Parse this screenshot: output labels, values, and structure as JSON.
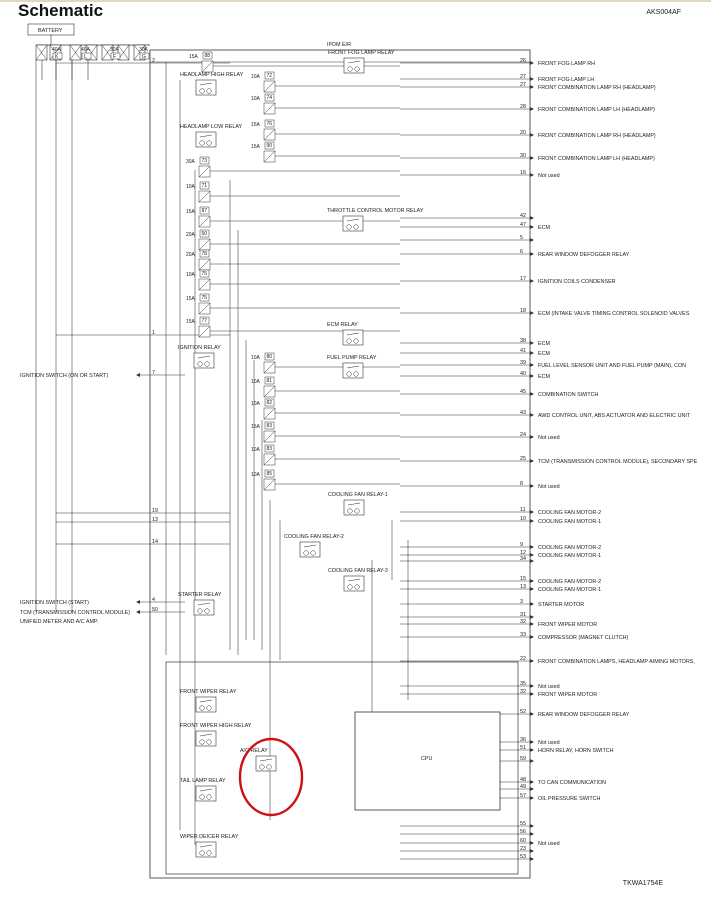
{
  "page": {
    "title": "Schematic",
    "code": "AKS004AF",
    "footer": "TKWA1754E"
  },
  "battery": {
    "label": "BATTERY",
    "fuses": [
      {
        "amp": "40A",
        "id": "K"
      },
      {
        "amp": "40A",
        "id": "L"
      },
      {
        "amp": "30A",
        "id": "F"
      },
      {
        "amp": "30A",
        "id": "G"
      }
    ]
  },
  "ipdm": {
    "label": "IPDM E/R",
    "internal_fuses": [
      {
        "amp": "15A",
        "id": "88"
      },
      {
        "amp": "10A",
        "id": "72"
      },
      {
        "amp": "10A",
        "id": "74"
      },
      {
        "amp": "15A",
        "id": "76"
      },
      {
        "amp": "15A",
        "id": "90"
      },
      {
        "amp": "30A",
        "id": "73"
      },
      {
        "amp": "10A",
        "id": "71"
      },
      {
        "amp": "15A",
        "id": "87"
      },
      {
        "amp": "20A",
        "id": "50"
      },
      {
        "amp": "20A",
        "id": "78"
      },
      {
        "amp": "10A",
        "id": "75"
      },
      {
        "amp": "15A",
        "id": "75"
      },
      {
        "amp": "15A",
        "id": "77"
      },
      {
        "amp": "10A",
        "id": "80"
      },
      {
        "amp": "10A",
        "id": "81"
      },
      {
        "amp": "10A",
        "id": "82"
      },
      {
        "amp": "15A",
        "id": "83"
      },
      {
        "amp": "10A",
        "id": "83"
      },
      {
        "amp": "10A",
        "id": "85"
      }
    ],
    "relays": [
      "FRONT FOG LAMP RELAY",
      "HEADLAMP HIGH RELAY",
      "HEADLAMP LOW RELAY",
      "THROTTLE CONTROL MOTOR RELAY",
      "ECM RELAY",
      "IGNITION RELAY",
      "FUEL PUMP RELAY",
      "COOLING FAN RELAY-1",
      "COOLING FAN RELAY-2",
      "COOLING FAN RELAY-3",
      "STARTER RELAY",
      "FRONT WIPER RELAY",
      "FRONT WIPER HIGH RELAY",
      "A/C RELAY",
      "TAIL LAMP RELAY",
      "WIPER DEICER RELAY"
    ],
    "cpu_label": "CPU"
  },
  "left_terminals": [
    {
      "text": "IGNITION SWITCH (ON OR START)",
      "pin": "7"
    },
    {
      "text": "IGNITION SWITCH (START)",
      "pin": "4"
    },
    {
      "text": "TCM (TRANSMISSION CONTROL MODULE)",
      "pin": "50"
    },
    {
      "text": "UNIFIED METER AND A/C AMP.",
      "pin": ""
    }
  ],
  "left_pins": [
    "2",
    "1",
    "19",
    "13",
    "14"
  ],
  "outputs": [
    {
      "pin": "26",
      "text": "FRONT FOG LAMP RH"
    },
    {
      "pin": "27",
      "text": "FRONT FOG LAMP LH"
    },
    {
      "pin": "27",
      "text": "FRONT COMBINATION LAMP RH (HEADLAMP)"
    },
    {
      "pin": "28",
      "text": "FRONT COMBINATION LAMP LH (HEADLAMP)"
    },
    {
      "pin": "20",
      "text": "FRONT COMBINATION LAMP RH (HEADLAMP)"
    },
    {
      "pin": "30",
      "text": "FRONT COMBINATION LAMP LH (HEADLAMP)"
    },
    {
      "pin": "16",
      "text": "Not used"
    },
    {
      "pin": "42",
      "text": ""
    },
    {
      "pin": "47",
      "text": "ECM"
    },
    {
      "pin": "5",
      "text": ""
    },
    {
      "pin": "6",
      "text": "REAR WINDOW DEFOGGER RELAY"
    },
    {
      "pin": "17",
      "text": "IGNITION COILS CONDENSER"
    },
    {
      "pin": "18",
      "text": "ECM (INTAKE VALVE TIMING CONTROL SOLENOID VALVES, MASS AIR FLOW SENSOR, CAMSHAFT POSITION SENSOR (PHASE), EVAP CANISTER PURGE VOLUME CONTROL SOLENOID VALVE, EVAP CANISTER VENT CONTROL VALVE, VIAS CONTROL SOLENOID VALVE)"
    },
    {
      "pin": "38",
      "text": "ECM"
    },
    {
      "pin": "41",
      "text": "ECM"
    },
    {
      "pin": "39",
      "text": "FUEL LEVEL SENSOR UNIT AND FUEL PUMP (MAIN), CONDENSER"
    },
    {
      "pin": "40",
      "text": "ECM"
    },
    {
      "pin": "45",
      "text": "COMBINATION SWITCH"
    },
    {
      "pin": "43",
      "text": "AWD CONTROL UNIT, ABS ACTUATOR AND ELECTRIC UNIT (CONTROL UNIT)"
    },
    {
      "pin": "24",
      "text": "Not used"
    },
    {
      "pin": "25",
      "text": "TCM (TRANSMISSION CONTROL MODULE), SECONDARY SPEED SENSOR"
    },
    {
      "pin": "8",
      "text": "Not used"
    },
    {
      "pin": "11",
      "text": "COOLING FAN MOTOR-2"
    },
    {
      "pin": "10",
      "text": "COOLING FAN MOTOR-1"
    },
    {
      "pin": "9",
      "text": "COOLING FAN MOTOR-2"
    },
    {
      "pin": "12",
      "text": "COOLING FAN MOTOR-1"
    },
    {
      "pin": "34",
      "text": ""
    },
    {
      "pin": "15",
      "text": "COOLING FAN MOTOR-2"
    },
    {
      "pin": "13",
      "text": "COOLING FAN MOTOR-1"
    },
    {
      "pin": "3",
      "text": "STARTER MOTOR"
    },
    {
      "pin": "31",
      "text": ""
    },
    {
      "pin": "32",
      "text": "FRONT WIPER MOTOR"
    },
    {
      "pin": "33",
      "text": "COMPRESSOR (MAGNET CLUTCH)"
    },
    {
      "pin": "22",
      "text": "FRONT COMBINATION LAMPS, HEADLAMP AIMING MOTORS, PARKING, LICENSE PLATE, SIDE MARKER, ILLUMINATION LAMPS, DISPLAY CONTROL UNIT, DISPLAY UNIT"
    },
    {
      "pin": "35",
      "text": "Not used"
    },
    {
      "pin": "32",
      "text": "FRONT WIPER MOTOR"
    },
    {
      "pin": "52",
      "text": "REAR WINDOW DEFOGGER RELAY"
    },
    {
      "pin": "36",
      "text": "Not used"
    },
    {
      "pin": "51",
      "text": "HORN RELAY, HORN SWITCH"
    },
    {
      "pin": "59",
      "text": ""
    },
    {
      "pin": "48",
      "text": "TO CAN COMMUNICATION"
    },
    {
      "pin": "49",
      "text": ""
    },
    {
      "pin": "57",
      "text": "OIL PRESSURE SWITCH"
    },
    {
      "pin": "55",
      "text": ""
    },
    {
      "pin": "56",
      "text": ""
    },
    {
      "pin": "60",
      "text": "Not used"
    },
    {
      "pin": "23",
      "text": ""
    },
    {
      "pin": "53",
      "text": ""
    }
  ]
}
